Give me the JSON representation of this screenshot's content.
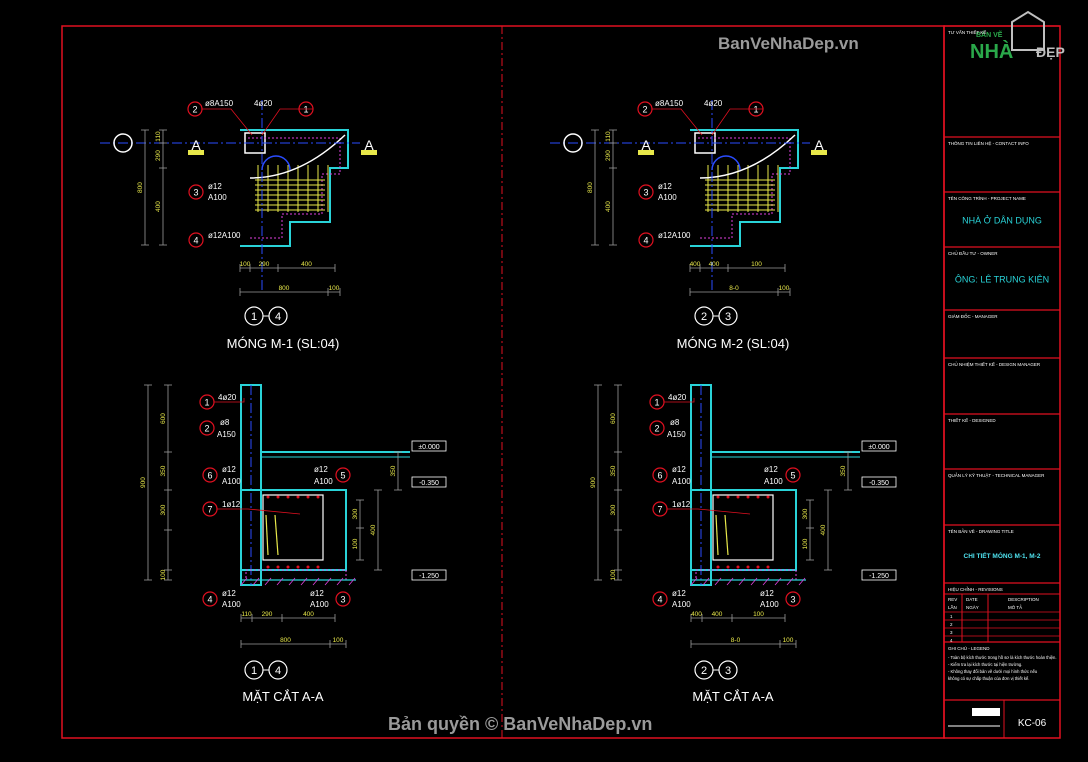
{
  "watermark_top": "BanVeNhaDep.vn",
  "watermark_bottom": "Bản quyền © BanVeNhaDep.vn",
  "logo": {
    "line1": "BẢN VẼ",
    "line2": "NHÀ",
    "line3": "ĐẸP"
  },
  "title_block": {
    "rows": [
      {
        "caption": "TƯ VẤN THIẾT KẾ",
        "value": ""
      },
      {
        "caption": "THÔNG TIN LIÊN HỆ - CONTACT INFO",
        "value": ""
      },
      {
        "caption": "TÊN CÔNG TRÌNH - PROJECT NAME",
        "value": "NHÀ Ở DÂN DỤNG"
      },
      {
        "caption": "CHỦ ĐẦU TƯ - OWNER",
        "value": "ÔNG: LÊ TRUNG KIÊN"
      },
      {
        "caption": "GIÁM ĐỐC - MANAGER",
        "value": ""
      },
      {
        "caption": "CHỦ NHIỆM THIẾT KẾ - DESIGN MANAGER",
        "value": ""
      },
      {
        "caption": "THIẾT KẾ - DESIGNED",
        "value": ""
      },
      {
        "caption": "QUẢN LÝ KỸ THUẬT - TECHNICAL MANAGER",
        "value": ""
      },
      {
        "caption": "TÊN BẢN VẼ - DRAWING TITLE",
        "value": "CHI TIẾT MÓNG M-1, M-2"
      }
    ],
    "revision_caption": "HIỆU CHỈNH - REVISIONS",
    "revision_headers": [
      "REV",
      "DATE",
      "DESCRIPTION"
    ],
    "revision_headers_vi": [
      "LẦN",
      "NGÀY",
      "MÔ TẢ"
    ],
    "revision_rows": [
      "1",
      "2",
      "3",
      "4"
    ],
    "notes_caption": "GHI CHÚ - LEGEND",
    "notes": [
      "- Toàn bộ kích thước trong hồ sơ là kích thước hoàn thiện.",
      "- Kiểm tra lại kích thước tại hiện trường.",
      "- Không thay đổi bản vẽ dưới mọi hình thức nếu",
      "  không có sự chấp thuận của đơn vị thiết kế."
    ],
    "sheet_number": "KC-06"
  },
  "drawings": [
    {
      "title": "MÓNG M-1 (SL:04)",
      "grid": [
        "1",
        "4"
      ],
      "dims_bottom": [
        "100",
        "290",
        "400",
        "800",
        "100"
      ]
    },
    {
      "title": "MÓNG M-2 (SL:04)",
      "grid": [
        "2",
        "3"
      ],
      "dims_bottom": [
        "400",
        "400",
        "100",
        "8-0",
        "100"
      ]
    },
    {
      "title": "MẶT CẮT A-A",
      "grid": [
        "1",
        "4"
      ],
      "dims_bottom": [
        "110",
        "290",
        "400",
        "800",
        "100"
      ]
    },
    {
      "title": "MẶT CẮT A-A",
      "grid": [
        "2",
        "3"
      ],
      "dims_bottom": [
        "400",
        "400",
        "100",
        "8-0",
        "100"
      ]
    }
  ],
  "plan_callouts": [
    {
      "num": "2",
      "text": "ø8A150"
    },
    {
      "num": "1",
      "text": "4ø20"
    },
    {
      "num": "3",
      "text": "ø12"
    },
    {
      "num": "3b",
      "text": "A100"
    },
    {
      "num": "4",
      "text": "ø12A100"
    }
  ],
  "section_callouts": [
    {
      "num": "1",
      "text": "4ø20"
    },
    {
      "num": "2",
      "text": "ø8"
    },
    {
      "num": "2b",
      "text": "A150"
    },
    {
      "num": "6",
      "text": "ø12"
    },
    {
      "num": "6b",
      "text": "A100"
    },
    {
      "num": "5",
      "text": "ø12"
    },
    {
      "num": "5b",
      "text": "A100"
    },
    {
      "num": "7",
      "text": "1ø12"
    },
    {
      "num": "4",
      "text": "ø12"
    },
    {
      "num": "4b",
      "text": "A100"
    },
    {
      "num": "3",
      "text": "ø12"
    },
    {
      "num": "3b",
      "text": "A100"
    }
  ],
  "levels": [
    "±0.000",
    "-0.350",
    "-1.250"
  ],
  "section_mark": "A",
  "plan_side_dims": [
    "110",
    "290",
    "800",
    "400"
  ],
  "section_side_dims": [
    "600",
    "350",
    "300",
    "900",
    "100"
  ],
  "section_right_dims": [
    "350",
    "400",
    "300",
    "100"
  ]
}
